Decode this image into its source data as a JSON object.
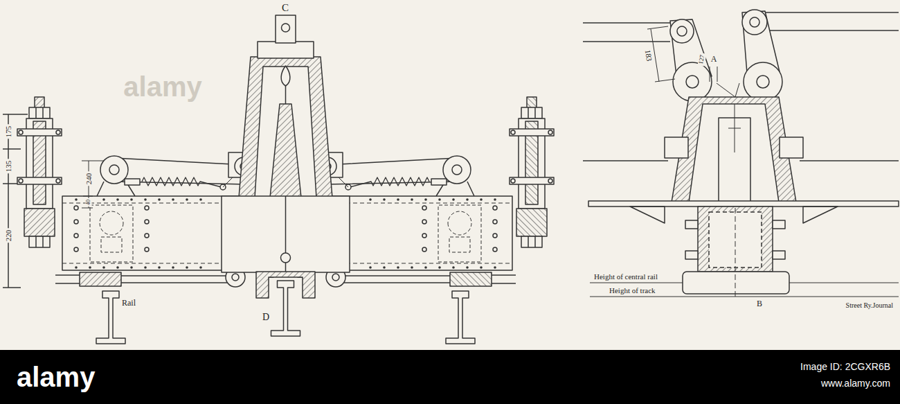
{
  "diagram": {
    "labels": [
      "C",
      "175",
      "135",
      "220",
      "240",
      "40",
      "Rail",
      "D",
      "183",
      "127",
      "A",
      "Height of central rail",
      "Height of track",
      "B",
      "Street Ry.Journal",
      "alamy",
      "Image ID: 2CGXR6B",
      "www.alamy.com",
      "alamy"
    ]
  }
}
